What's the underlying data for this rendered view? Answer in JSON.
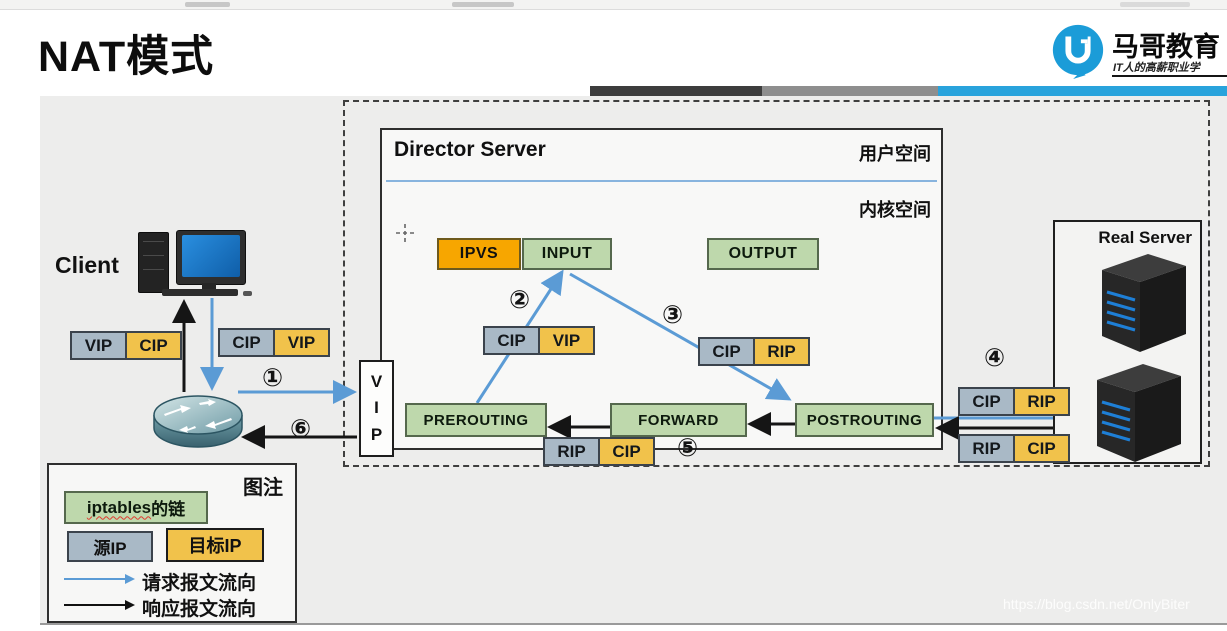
{
  "header": {
    "title": "NAT模式",
    "brand": {
      "name": "马哥教育",
      "tagline": "IT人的高薪职业学"
    }
  },
  "diagram": {
    "director": {
      "title": "Director Server",
      "user_space": "用户空间",
      "kernel_space": "内核空间",
      "boxes": {
        "ipvs": "IPVS",
        "input": "INPUT",
        "output": "OUTPUT",
        "prerouting": "PREROUTING",
        "forward": "FORWARD",
        "postrouting": "POSTROUTING"
      },
      "vip_letters": [
        "V",
        "I",
        "P"
      ]
    },
    "client": {
      "label": "Client"
    },
    "real_server": {
      "title": "Real Server"
    },
    "ip_pairs": {
      "client_left": {
        "src": "VIP",
        "dst": "CIP"
      },
      "client_right": {
        "src": "CIP",
        "dst": "VIP"
      },
      "director_in": {
        "src": "CIP",
        "dst": "VIP"
      },
      "director_out": {
        "src": "CIP",
        "dst": "RIP"
      },
      "director_bottom": {
        "src": "RIP",
        "dst": "CIP"
      },
      "rs_request": {
        "src": "CIP",
        "dst": "RIP"
      },
      "rs_response": {
        "src": "RIP",
        "dst": "CIP"
      }
    },
    "steps": {
      "s1": "①",
      "s2": "②",
      "s3": "③",
      "s4": "④",
      "s5": "⑤",
      "s6": "⑥"
    },
    "legend": {
      "title": "图注",
      "chain_word": "iptables",
      "chain_suffix": "的链",
      "source_ip": "源IP",
      "target_ip": "目标IP",
      "request_flow": "请求报文流向",
      "response_flow": "响应报文流向"
    },
    "colors": {
      "source_ip_gray": "#a9b9c6",
      "target_ip_yellow": "#f1c24b",
      "chain_green": "#bed8ac",
      "ipvs_orange": "#f7a600",
      "request_blue": "#5b9bd5",
      "response_black": "#151515",
      "brand_blue": "#1b9cd8"
    }
  },
  "watermark": "https://blog.csdn.net/OnlyBiter"
}
